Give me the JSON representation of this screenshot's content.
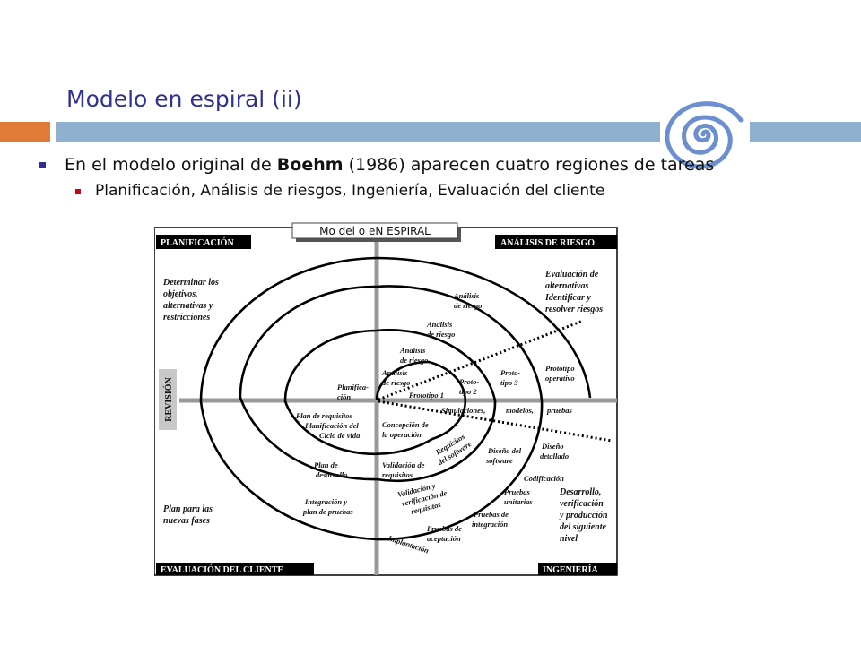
{
  "slide": {
    "title": "Modelo en espiral (ii)",
    "bullet1": {
      "prefix": "En el modelo original de ",
      "bold": "Boehm",
      "suffix": " (1986) aparecen cuatro regiones de tareas"
    },
    "bullet2": "Planificación, Análisis de riesgos, Ingeniería, Evaluación del cliente"
  },
  "diagram": {
    "title": "Mo del o eN ESPIRAL",
    "quadrants": {
      "top_left": "PLANIFICACIÓN",
      "top_right": "ANÁLISIS DE RIESGO",
      "bottom_left": "EVALUACIÓN DEL CLIENTE",
      "bottom_right": "INGENIERÍA",
      "side": "REVISIÓN"
    },
    "text": {
      "determinar": [
        "Determinar los",
        "objetivos,",
        "alternativas y",
        "restricciones"
      ],
      "evaluacion": [
        "Evaluación de",
        "alternativas",
        "Identificar y",
        "resolver riesgos"
      ],
      "analisis1": [
        "Análisis",
        "de riesgo"
      ],
      "analisis2": [
        "Análisis",
        "de riesgo"
      ],
      "analisis3": [
        "Análisis",
        "de riesgo"
      ],
      "analisis4": [
        "Análisis",
        "de riesgo"
      ],
      "planificacion": [
        "Planifica-",
        "ción"
      ],
      "prototipo1": "Prototipo 1",
      "prototipo2": [
        "Proto-",
        "tipo 2"
      ],
      "prototipo3": [
        "Proto-",
        "tipo 3"
      ],
      "prototipo_op": [
        "Prototipo",
        "operativo"
      ],
      "simulaciones": "Simulaciones,",
      "modelos": "modelos,",
      "pruebas": "pruebas",
      "plan_requisitos": [
        "Plan de requisitos",
        "Planificación del",
        "Ciclo de vida"
      ],
      "concepcion": [
        "Concepción de",
        "la operación"
      ],
      "requisitos_sw": [
        "Requisitos",
        "del software"
      ],
      "diseno_sw": [
        "Diseño del",
        "software"
      ],
      "diseno_det": [
        "Diseño",
        "detallado"
      ],
      "plan_desarrollo": [
        "Plan de",
        "desarrollo"
      ],
      "validacion_req": [
        "Validación de",
        "requisitos"
      ],
      "codificacion": "Codificación",
      "val_verif": [
        "Validación y",
        "verificación de",
        "requisitos"
      ],
      "pruebas_unit": [
        "Pruebas",
        "unitarias"
      ],
      "integracion": [
        "Integración y",
        "plan de pruebas"
      ],
      "pruebas_integ": [
        "Pruebas de",
        "integración"
      ],
      "pruebas_acept": [
        "Pruebas de",
        "aceptación"
      ],
      "implantacion": "Implantación",
      "plan_fases": [
        "Plan para las",
        "nuevas fases"
      ],
      "desarrollo": [
        "Desarrollo,",
        "verificación",
        "y producción",
        "del siguiente",
        "nivel"
      ]
    }
  },
  "colors": {
    "title": "#2e3192",
    "orange": "#e07b39",
    "blue": "#8fb0cf",
    "logo": "#6b8fd0"
  }
}
